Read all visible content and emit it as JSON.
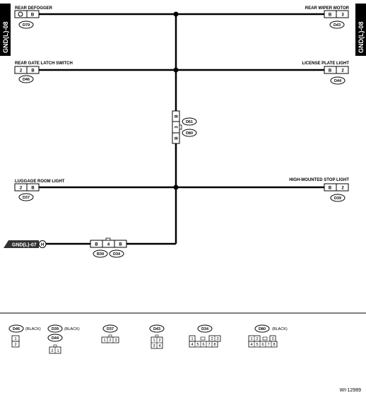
{
  "side_tab": "GND(L)-08",
  "components": {
    "rear_defogger": {
      "label": "REAR DEFOGGER",
      "pin": "B",
      "connector": "D79"
    },
    "rear_wiper_motor": {
      "label": "REAR WIPER MOTOR",
      "pin": "B",
      "pin_no": "3",
      "connector": "D43"
    },
    "rear_gate_latch_switch": {
      "label": "REAR GATE LATCH SWITCH",
      "pin_no": "2",
      "pin": "B",
      "connector": "D46"
    },
    "license_plate_light": {
      "label": "LICENSE PLATE LIGHT",
      "pin": "B",
      "pin_no": "2",
      "connector": "D44"
    },
    "luggage_room_light": {
      "label": "LUGGAGE ROOM LIGHT",
      "pin_no": "2",
      "pin": "B",
      "connector": "D37"
    },
    "high_mounted_stop_light": {
      "label": "HIGH-MOUNTED STOP LIGHT",
      "pin": "B",
      "pin_no": "2",
      "connector": "D39"
    }
  },
  "joint_connector": {
    "pins": [
      "B",
      "3",
      "B"
    ],
    "connectors": [
      "D61",
      "D80"
    ]
  },
  "ground": {
    "label": "GND(L)-07",
    "terminal": "H",
    "pins": [
      "B",
      "4",
      "B"
    ],
    "connectors": [
      "B39",
      "D34"
    ]
  },
  "legend": {
    "d46": {
      "connector": "D46",
      "note": "(BLACK)",
      "pins": [
        "1",
        "2"
      ]
    },
    "d39": {
      "connector": "D39",
      "note": "(BLACK)"
    },
    "d44": {
      "connector": "D44",
      "pins": [
        "2",
        "1"
      ]
    },
    "d37": {
      "connector": "D37",
      "pins": [
        "1",
        "2",
        "3"
      ]
    },
    "d43": {
      "connector": "D43",
      "pins": [
        "1",
        "2",
        "3",
        "4"
      ]
    },
    "d34": {
      "connector": "D34",
      "pins": [
        "1",
        "2",
        "3",
        "4",
        "5",
        "6",
        "7",
        "8"
      ]
    },
    "d80": {
      "connector": "D80",
      "note": "(BLACK)",
      "pins": [
        "1",
        "2",
        "3",
        "4",
        "5",
        "6",
        "7",
        "8"
      ]
    }
  },
  "figure_id": "WI-12989"
}
